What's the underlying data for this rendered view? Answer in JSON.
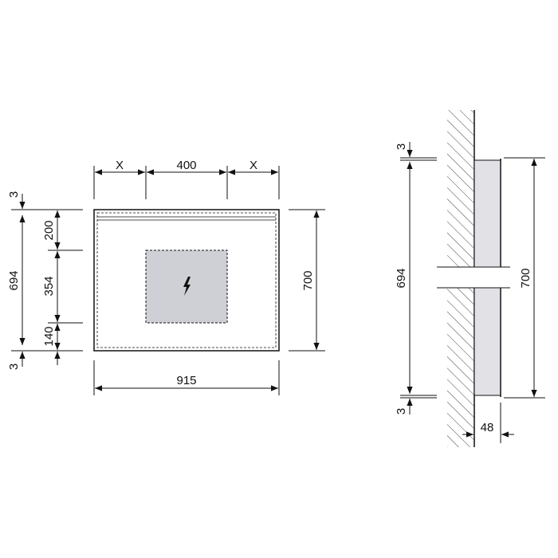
{
  "front_view": {
    "top_dims": {
      "left": "X",
      "middle": "400",
      "right": "X"
    },
    "left_total": "694",
    "left_gap_top": "3",
    "left_gap_bottom": "3",
    "segments": {
      "top": "200",
      "middle": "354",
      "bottom": "140"
    },
    "right_height": "700",
    "bottom_width": "915",
    "socket_icon": "lightning-bolt-icon"
  },
  "side_view": {
    "gap_top": "3",
    "gap_bottom": "3",
    "left_height": "694",
    "right_height": "700",
    "depth": "48"
  },
  "colors": {
    "line": "#111111",
    "socket_fill": "#cfcfd6",
    "panel_fill": "#e2e2e6"
  }
}
